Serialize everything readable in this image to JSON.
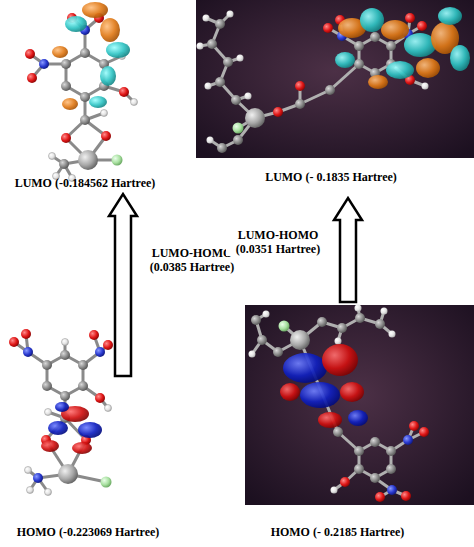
{
  "diagram": {
    "nodes": [
      {
        "text": [
          "LUMO (-0.184562 Hartree)"
        ]
      },
      {
        "text": [
          "LUMO (- 0.1835 Hartree)"
        ]
      },
      {
        "text": [
          "HOMO (-0.223069 Hartree)"
        ]
      },
      {
        "text": [
          "HOMO (- 0.2185 Hartree)"
        ]
      }
    ],
    "edges": [
      {
        "from": 2,
        "to": 0,
        "arrow": "to",
        "label": "LUMO-HOMO (0.0385 Hartree)"
      },
      {
        "from": 3,
        "to": 1,
        "arrow": "to",
        "label": "LUMO-HOMO (0.0351 Hartree)"
      }
    ]
  }
}
